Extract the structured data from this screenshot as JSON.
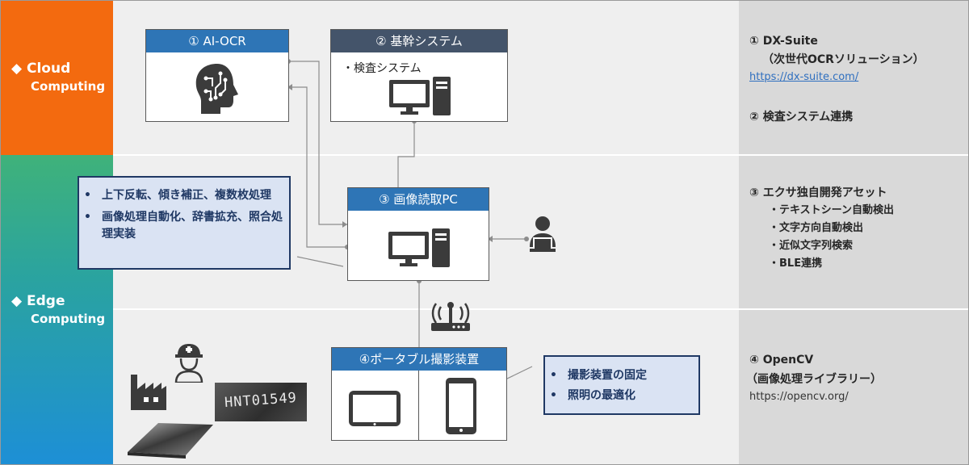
{
  "bands": {
    "cloud": {
      "title": "◆ Cloud",
      "sub": "Computing"
    },
    "edge": {
      "title": "◆ Edge",
      "sub": "Computing"
    }
  },
  "boxes": {
    "ai_ocr": {
      "title": "① AI-OCR"
    },
    "kikan": {
      "title": "② 基幹システム",
      "body": "・検査システム"
    },
    "pc": {
      "title": "③ 画像読取PC"
    },
    "portable": {
      "title": "④ポータブル撮影装置"
    }
  },
  "notes": {
    "pc_note": [
      "上下反転、傾き補正、複数枚処理",
      "画像処理自動化、辞書拡充、照合処理実装"
    ],
    "portable_note": [
      "撮影装置の固定",
      "照明の最適化"
    ],
    "bullet": "•"
  },
  "photo": {
    "text": "HNT01549"
  },
  "right": {
    "s1_title": "①  DX-Suite",
    "s1_sub": "（次世代OCRソリューション）",
    "s1_link": "https://dx-suite.com/",
    "s2_title": "②  検査システム連携",
    "s3_title": "③  エクサ独自開発アセット",
    "s3_items": [
      "テキストシーン自動検出",
      "文字方向自動検出",
      "近似文字列検索",
      "BLE連携"
    ],
    "s3_bullet": "・",
    "s4_title": "④  OpenCV",
    "s4_sub": "（画像処理ライブラリー）",
    "s4_link": "https://opencv.org/"
  },
  "colors": {
    "cloud": "#f36a0f",
    "edge_top": "#3fb27a",
    "edge_bottom": "#1d8fd6",
    "header_blue": "#2e75b6",
    "header_navy": "#44546a",
    "note_fill": "#dae3f3",
    "note_border": "#1f3864",
    "icon_dark": "#3b3b3b"
  },
  "icons": [
    "brain-circuit-icon",
    "desktop-computer-icon",
    "user-laptop-icon",
    "wifi-router-icon",
    "tablet-icon",
    "smartphone-icon",
    "factory-icon",
    "worker-helmet-icon",
    "steel-plate-icon"
  ]
}
